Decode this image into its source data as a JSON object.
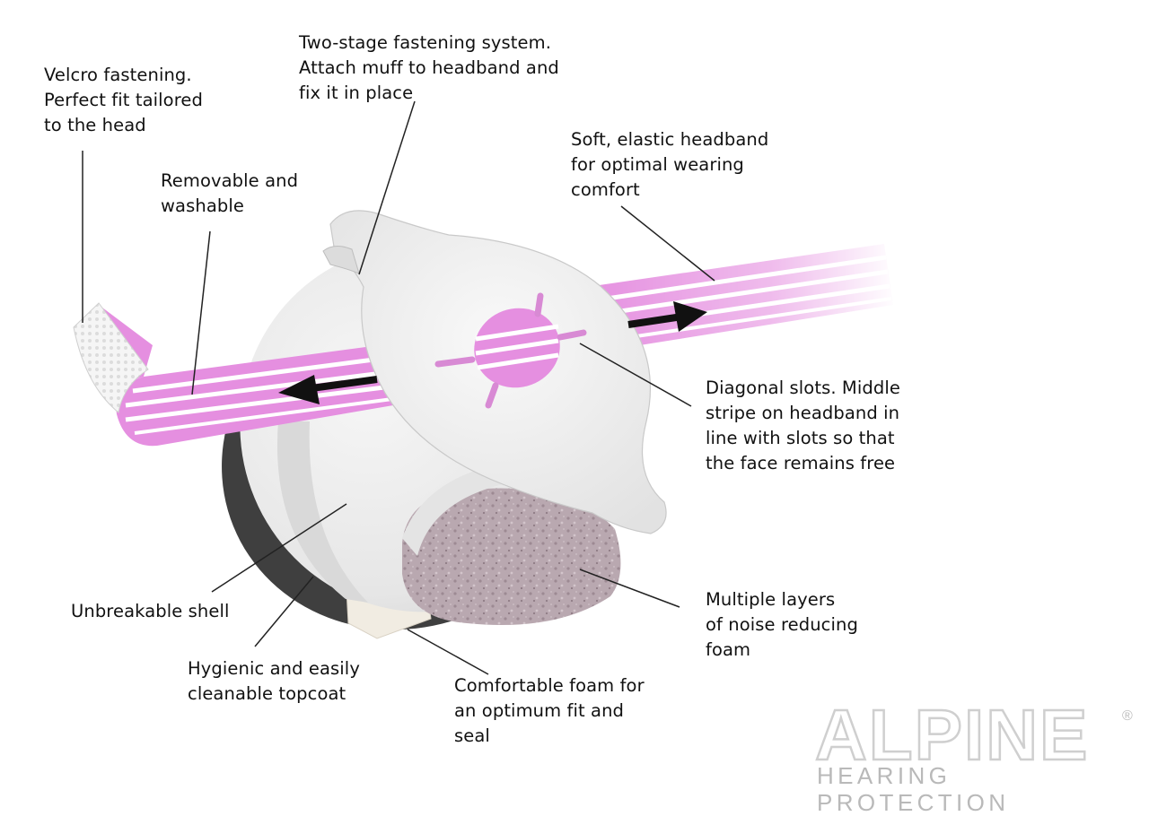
{
  "labels": {
    "velcro": "Velcro fastening.\nPerfect fit tailored\nto the head",
    "two_stage": "Two-stage fastening system.\nAttach muff to headband and\nfix it in place",
    "soft_headband": "Soft, elastic headband\nfor optimal wearing\ncomfort",
    "removable": "Removable and\nwashable",
    "diagonal_slots": "Diagonal slots. Middle\nstripe on headband in\nline with slots so that\nthe face remains free",
    "multiple_layers": "Multiple layers\nof noise reducing\nfoam",
    "unbreakable": "Unbreakable shell",
    "hygienic": "Hygienic and easily\ncleanable topcoat",
    "comfortable_foam": "Comfortable foam for\nan optimum fit and\nseal"
  },
  "brand": {
    "name": "ALPINE",
    "registered": "®",
    "tagline": "HEARING PROTECTION"
  },
  "colors": {
    "headband_pink": "#e58fe0",
    "headband_stripe": "#ffffff",
    "shell": "#ebebeb",
    "topcoat": "#4a4a4a",
    "foam": "#b8a5ad",
    "comfort_foam": "#f1ece2",
    "arrow": "#111111",
    "leader_line": "#222222"
  }
}
